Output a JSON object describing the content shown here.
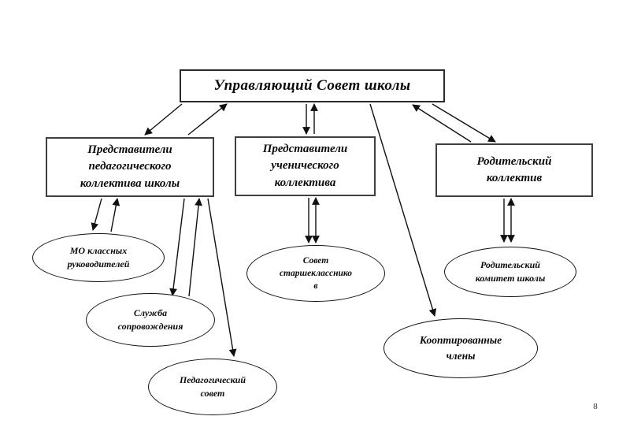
{
  "page": {
    "number": "8"
  },
  "colors": {
    "background": "#ffffff",
    "line": "#111111",
    "box_border": "#3f3f3f",
    "text": "#0a0a0a"
  },
  "diagram": {
    "root": {
      "lines": [
        "Управляющий Совет школы"
      ]
    },
    "branches": [
      {
        "id": "pedagogical",
        "lines": [
          "Представители",
          "педагогического",
          "коллектива школы"
        ]
      },
      {
        "id": "students",
        "lines": [
          "Представители",
          "ученического",
          "коллектива"
        ]
      },
      {
        "id": "parents",
        "lines": [
          "Родительский",
          "коллектив"
        ]
      }
    ],
    "subnodes": [
      {
        "id": "mo-class-teachers",
        "lines": [
          "МО классных",
          "руководителей"
        ]
      },
      {
        "id": "support-service",
        "lines": [
          "Служба",
          "сопровождения"
        ]
      },
      {
        "id": "pedagogical-council",
        "lines": [
          "Педагогический",
          "совет"
        ]
      },
      {
        "id": "senior-students-council",
        "lines": [
          "Совет",
          "старшекласснико",
          "в"
        ]
      },
      {
        "id": "parent-committee",
        "lines": [
          "Родительский",
          "комитет школы"
        ]
      },
      {
        "id": "coopted-members",
        "lines": [
          "Кооптированные",
          "члены"
        ]
      }
    ]
  }
}
